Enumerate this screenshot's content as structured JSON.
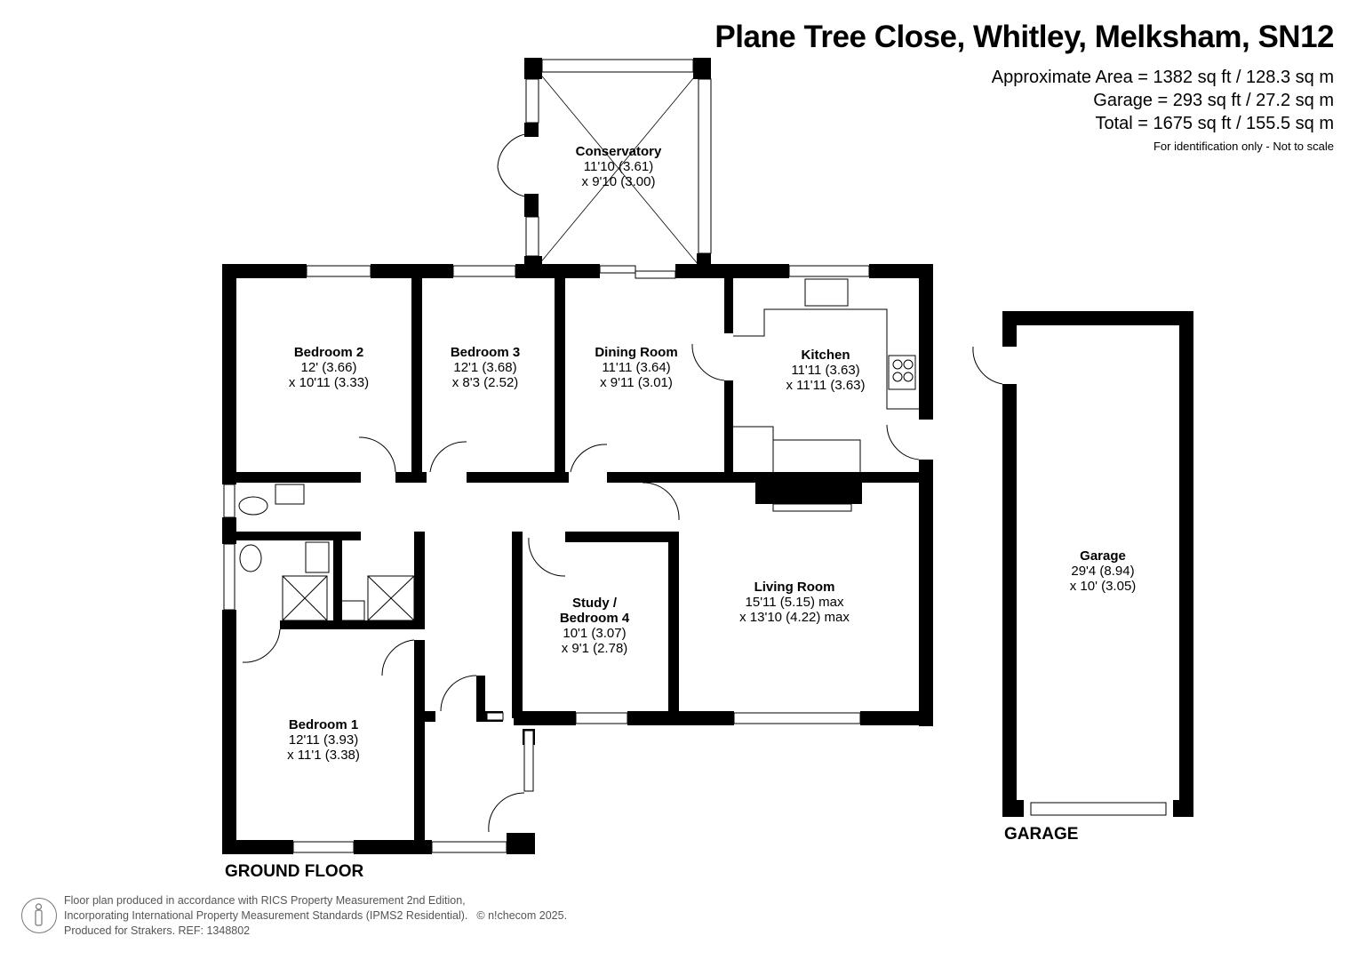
{
  "header": {
    "title": "Plane Tree Close, Whitley, Melksham, SN12",
    "areas": [
      "Approximate Area = 1382 sq ft / 128.3 sq m",
      "Garage = 293 sq ft / 27.2 sq m",
      "Total = 1675 sq ft / 155.5 sq m"
    ],
    "disclaimer": "For identification only - Not to scale"
  },
  "floors": {
    "ground_floor_label": "GROUND FLOOR",
    "garage_label": "GARAGE"
  },
  "rooms": [
    {
      "name": "Conservatory",
      "dim1": "11'10 (3.61)",
      "dim2": "x 9'10 (3.00)"
    },
    {
      "name": "Bedroom 2",
      "dim1": "12' (3.66)",
      "dim2": "x 10'11 (3.33)"
    },
    {
      "name": "Bedroom 3",
      "dim1": "12'1 (3.68)",
      "dim2": "x 8'3 (2.52)"
    },
    {
      "name": "Dining Room",
      "dim1": "11'11 (3.64)",
      "dim2": "x 9'11 (3.01)"
    },
    {
      "name": "Kitchen",
      "dim1": "11'11 (3.63)",
      "dim2": "x 11'11 (3.63)"
    },
    {
      "name": "Living Room",
      "dim1": "15'11 (5.15) max",
      "dim2": "x 13'10 (4.22) max"
    },
    {
      "name": "Study /",
      "name2": "Bedroom 4",
      "dim1": "10'1 (3.07)",
      "dim2": "x 9'1 (2.78)"
    },
    {
      "name": "Bedroom 1",
      "dim1": "12'11 (3.93)",
      "dim2": "x 11'1 (3.38)"
    },
    {
      "name": "Garage",
      "dim1": "29'4 (8.94)",
      "dim2": "x 10' (3.05)"
    }
  ],
  "footer": {
    "line1": "Floor plan produced in accordance with RICS Property Measurement 2nd Edition,",
    "line2": "Incorporating International Property Measurement Standards (IPMS2 Residential).",
    "copyright": "© n!checom 2025.",
    "line3": "Produced for Strakers.   REF: 1348802"
  },
  "colors": {
    "wall": "#000000",
    "background": "#ffffff",
    "footer_text": "#555555"
  }
}
